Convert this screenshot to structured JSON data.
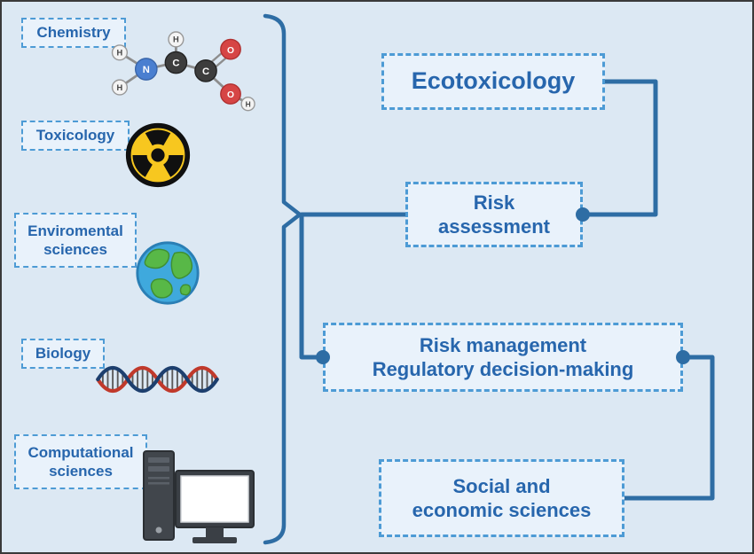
{
  "left_panel": {
    "items": [
      {
        "label": "Chemistry",
        "icon": "molecule-icon"
      },
      {
        "label": "Toxicology",
        "icon": "radiation-icon"
      },
      {
        "label": "Enviromental sciences",
        "icon": "globe-icon"
      },
      {
        "label": "Biology",
        "icon": "dna-icon"
      },
      {
        "label": "Computational sciences",
        "icon": "computer-icon"
      }
    ]
  },
  "right_panel": {
    "ecotoxicology": "Ecotoxicology",
    "risk_assessment": {
      "line1": "Risk",
      "line2": "assessment"
    },
    "risk_management": {
      "line1": "Risk management",
      "line2": "Regulatory decision-making"
    },
    "social_sciences": {
      "line1": "Social and",
      "line2": "economic sciences"
    }
  },
  "colors": {
    "background": "#dce8f3",
    "box_fill": "#e9f2fb",
    "dashed_border": "#4d9bd5",
    "text": "#2766ad",
    "connector": "#2e6da4"
  }
}
